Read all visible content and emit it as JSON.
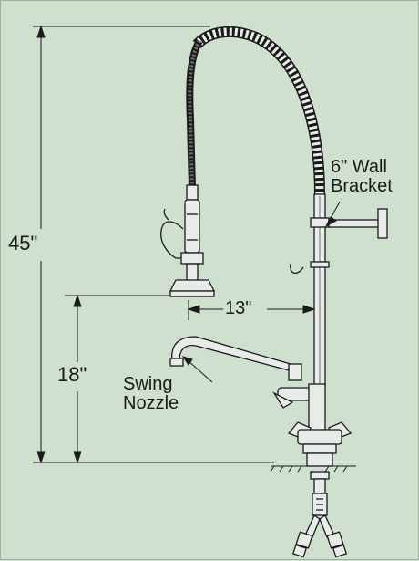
{
  "dimensions": {
    "overall_height": "45\"",
    "nozzle_height": "18\"",
    "reach": "13\""
  },
  "callouts": {
    "bracket_line1": "6\" Wall",
    "bracket_line2": "Bracket",
    "nozzle_line1": "Swing",
    "nozzle_line2": "Nozzle"
  },
  "colors": {
    "background": "#cfe0cf",
    "line": "#1a1a1a",
    "metal": "#e8ece8"
  }
}
